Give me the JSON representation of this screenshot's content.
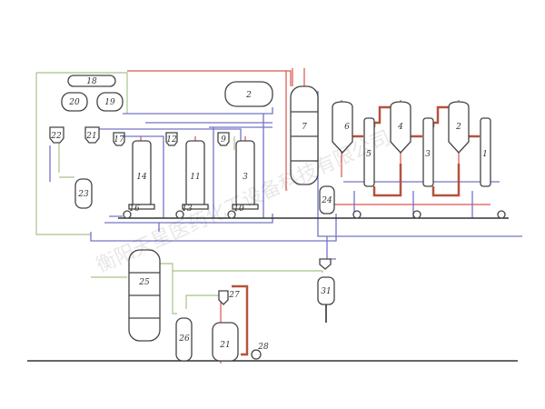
{
  "diagram": {
    "equipment": {
      "e18": "18",
      "e20": "20",
      "e19": "19",
      "e2top": "2",
      "e7": "7",
      "e22": "22",
      "e21f": "21",
      "e23": "23",
      "e17": "17",
      "e14": "14",
      "e16": "16",
      "e12": "12",
      "e11": "11",
      "e13": "13",
      "e9": "9",
      "e3left": "3",
      "e10": "10",
      "e6": "6",
      "e5": "5",
      "e4": "4",
      "e3": "3",
      "e2": "2",
      "e1": "1",
      "e24": "24",
      "e25": "25",
      "e26": "26",
      "e27": "27",
      "e21": "21",
      "e28": "28",
      "e31": "31"
    },
    "watermark": "衡阳天星医药化工设备科技有限公司"
  }
}
